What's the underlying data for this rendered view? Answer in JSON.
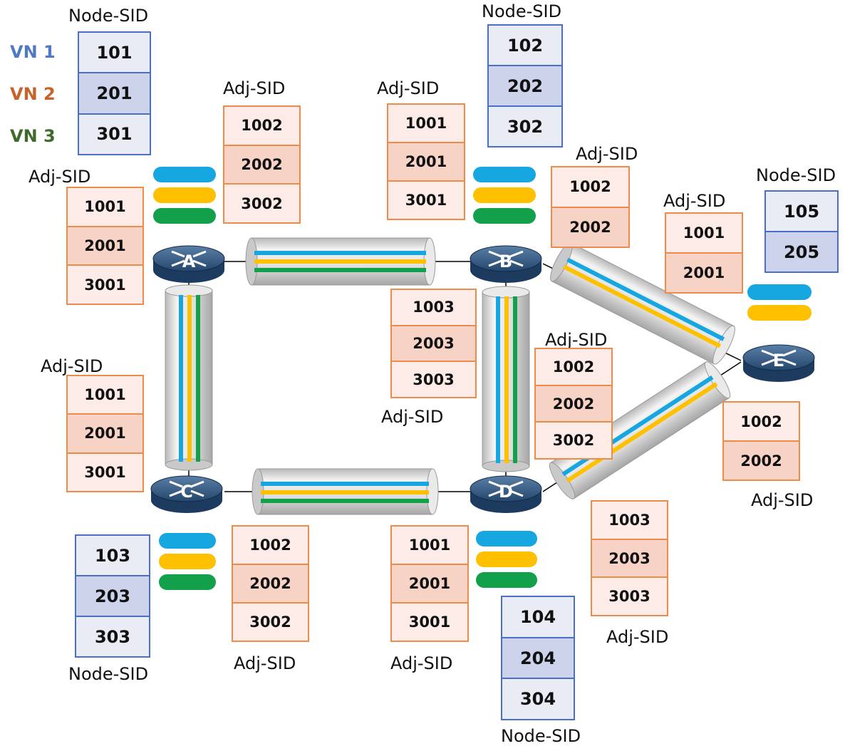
{
  "legend": {
    "vn1": {
      "label": "VN 1",
      "color": "#4f79c0"
    },
    "vn2": {
      "label": "VN 2",
      "color": "#c5632a"
    },
    "vn3": {
      "label": "VN 3",
      "color": "#3f6a2a"
    }
  },
  "colors": {
    "vn1_lane": "#16a7e0",
    "vn2_lane": "#ffc000",
    "vn3_lane": "#12a14a",
    "router_body": "#1d3b5e",
    "node_sid_border": "#4a6fc8",
    "adj_sid_border": "#ed8c4a"
  },
  "routers": [
    {
      "name": "A",
      "icon": "router-icon"
    },
    {
      "name": "B",
      "icon": "router-icon"
    },
    {
      "name": "C",
      "icon": "router-icon"
    },
    {
      "name": "D",
      "icon": "router-icon"
    },
    {
      "name": "E",
      "icon": "router-icon"
    }
  ],
  "node_sids": {
    "a": {
      "caption": "Node-SID",
      "values": [
        "101",
        "201",
        "301"
      ]
    },
    "b": {
      "caption": "Node-SID",
      "values": [
        "102",
        "202",
        "302"
      ]
    },
    "c": {
      "caption": "Node-SID",
      "values": [
        "103",
        "203",
        "303"
      ]
    },
    "d": {
      "caption": "Node-SID",
      "values": [
        "104",
        "204",
        "304"
      ]
    },
    "e": {
      "caption": "Node-SID",
      "values": [
        "105",
        "205"
      ]
    }
  },
  "adj_sids": {
    "a_to_b": {
      "caption": "Adj-SID",
      "values": [
        "1002",
        "2002",
        "3002"
      ]
    },
    "a_to_c": {
      "caption": "Adj-SID",
      "values": [
        "1001",
        "2001",
        "3001"
      ]
    },
    "b_to_a": {
      "caption": "Adj-SID",
      "values": [
        "1001",
        "2001",
        "3001"
      ]
    },
    "b_to_e": {
      "caption": "Adj-SID",
      "values": [
        "1002",
        "2002"
      ]
    },
    "b_to_d": {
      "caption": "Adj-SID",
      "values": [
        "1003",
        "2003",
        "3003"
      ]
    },
    "c_to_a": {
      "caption": "Adj-SID",
      "values": [
        "1001",
        "2001",
        "3001"
      ]
    },
    "c_to_d": {
      "caption": "Adj-SID",
      "values": [
        "1002",
        "2002",
        "3002"
      ]
    },
    "d_to_c": {
      "caption": "Adj-SID",
      "values": [
        "1001",
        "2001",
        "3001"
      ]
    },
    "d_to_b": {
      "caption": "Adj-SID",
      "values": [
        "1002",
        "2002",
        "3002"
      ]
    },
    "d_to_e": {
      "caption": "Adj-SID",
      "values": [
        "1003",
        "2003",
        "3003"
      ]
    },
    "e_to_b": {
      "caption": "Adj-SID",
      "values": [
        "1001",
        "2001"
      ]
    },
    "e_to_d": {
      "caption": "Adj-SID",
      "values": [
        "1002",
        "2002"
      ]
    }
  }
}
